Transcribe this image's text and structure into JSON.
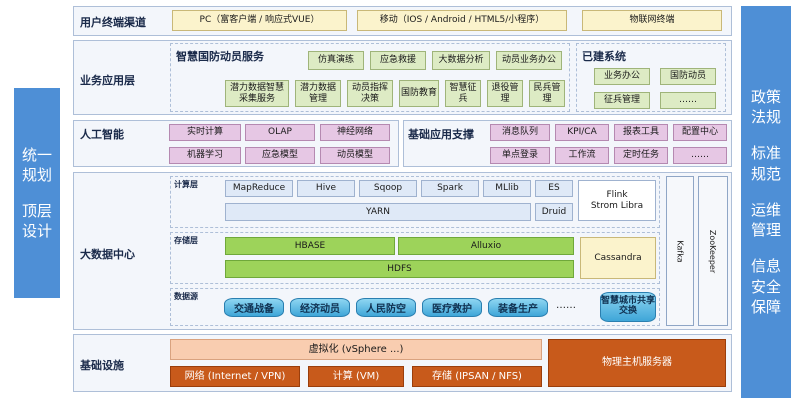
{
  "left_panel": {
    "line1": "统一",
    "line2": "规划",
    "line3": "顶层",
    "line4": "设计"
  },
  "right_panel": [
    {
      "l1": "政策",
      "l2": "法规"
    },
    {
      "l1": "标准",
      "l2": "规范"
    },
    {
      "l1": "运维",
      "l2": "管理"
    },
    {
      "l1": "信息",
      "l2": "安全",
      "l3": "保障"
    }
  ],
  "terminal": {
    "title": "用户终端渠道",
    "items": [
      "PC（富客户端 / 响应式VUE）",
      "移动（IOS / Android / HTML5/小程序）",
      "物联网终端"
    ]
  },
  "business": {
    "title": "业务应用层",
    "main_title": "智慧国防动员服务",
    "row1": [
      "仿真演练",
      "应急救援",
      "大数据分析",
      "动员业务办公"
    ],
    "row2": [
      "潜力数据智慧采集服务",
      "潜力数据管理",
      "动员指挥决策",
      "国防教育",
      "智慧征兵",
      "退役管理",
      "民兵管理"
    ],
    "built_title": "已建系统",
    "built": [
      "业务办公",
      "国防动员",
      "征兵管理",
      "……"
    ]
  },
  "ai": {
    "title": "人工智能",
    "row1": [
      "实时计算",
      "OLAP",
      "神经网络"
    ],
    "row2": [
      "机器学习",
      "应急模型",
      "动员模型"
    ]
  },
  "basic_support": {
    "title": "基础应用支撑",
    "row1": [
      "消息队列",
      "KPI/CA",
      "报表工具",
      "配置中心"
    ],
    "row2": [
      "单点登录",
      "工作流",
      "定时任务",
      "……"
    ]
  },
  "bigdata": {
    "title": "大数据中心",
    "compute_title": "计算层",
    "compute": [
      "MapReduce",
      "Hive",
      "Sqoop",
      "Spark",
      "MLlib",
      "ES"
    ],
    "yarn": "YARN",
    "druid": "Druid",
    "flink": "Flink\nStrom Libra",
    "storage_title": "存储层",
    "hbase": "HBASE",
    "alluxio": "Alluxio",
    "hdfs": "HDFS",
    "cassandra": "Cassandra",
    "source_title": "数据源",
    "sources": [
      "交通战备",
      "经济动员",
      "人民防空",
      "医疗救护",
      "装备生产"
    ],
    "more": "……",
    "smart_city": "智慧城市共享交换",
    "kafka": "Kafka",
    "zookeeper": "ZooKeeper"
  },
  "infra": {
    "title": "基础设施",
    "virtual": "虚拟化 (vSphere ...)",
    "physical": "物理主机服务器",
    "items": [
      "网络 (Internet / VPN)",
      "计算 (VM)",
      "存储 (IPSAN / NFS)"
    ]
  }
}
